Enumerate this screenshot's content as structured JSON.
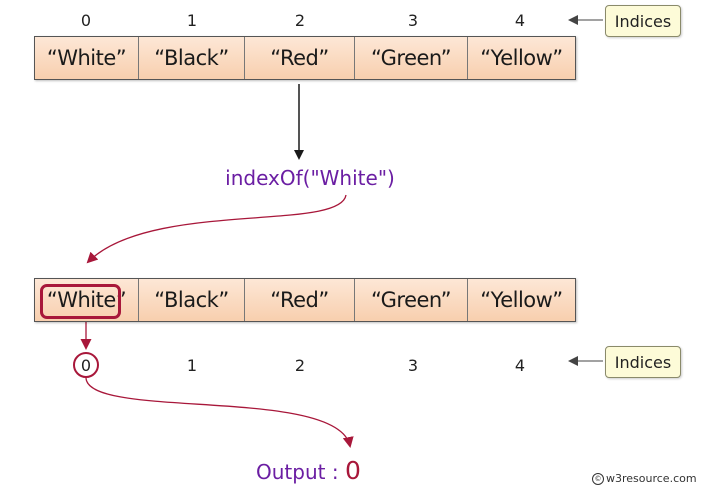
{
  "top_indices": [
    "0",
    "1",
    "2",
    "3",
    "4"
  ],
  "top_array": [
    "“White”",
    "“Black”",
    "“Red”",
    "“Green”",
    "“Yellow”"
  ],
  "top_callout": "Indices",
  "method_call": "indexOf(\"White\")",
  "bottom_array": [
    "“White”",
    "“Black”",
    "“Red”",
    "“Green”",
    "“Yellow”"
  ],
  "bottom_indices": [
    "0",
    "1",
    "2",
    "3",
    "4"
  ],
  "bottom_callout": "Indices",
  "output": {
    "label": "Output : ",
    "value": "0"
  },
  "credit": "w3resource.com",
  "colors": {
    "arrow_dark": "#1a1a1a",
    "arrow_red": "#a8173a",
    "purple_text": "#6b1ea3",
    "cell_fill": "#f8cfae",
    "callout_fill": "#fdfbd8"
  }
}
